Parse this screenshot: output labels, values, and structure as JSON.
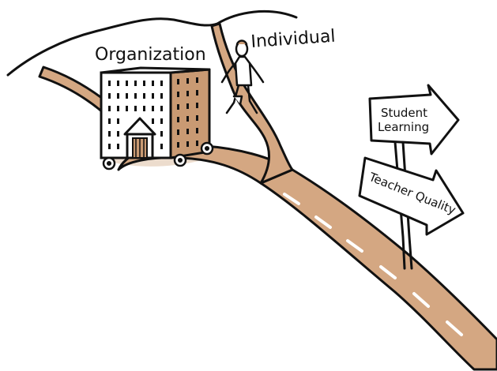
{
  "labels": {
    "organization": "Organization",
    "individual": "Individual"
  },
  "signs": {
    "top": {
      "line1": "Student",
      "line2": "Learning"
    },
    "bottom": {
      "text": "Teacher Quality"
    }
  },
  "colors": {
    "road": "#d4a782",
    "building_side": "#c99a73",
    "ink": "#111111",
    "background": "#ffffff"
  }
}
